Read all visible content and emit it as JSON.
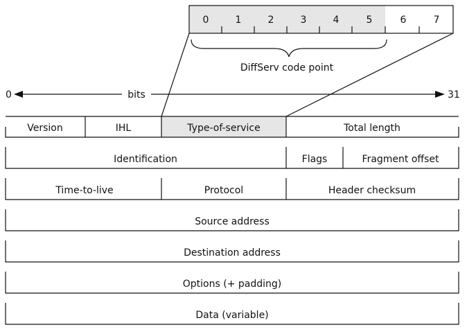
{
  "diffserv": {
    "bits": [
      "0",
      "1",
      "2",
      "3",
      "4",
      "5",
      "6",
      "7"
    ],
    "label": "DiffServ code point",
    "highlight_color": "#e6e6e6"
  },
  "bits_axis": {
    "start": "0",
    "label": "bits",
    "end": "31"
  },
  "rows": [
    [
      {
        "label": "Version"
      },
      {
        "label": "IHL"
      },
      {
        "label": "Type-of-service",
        "highlight": true
      },
      {
        "label": "Total length"
      }
    ],
    [
      {
        "label": "Identification"
      },
      {
        "label": "Flags"
      },
      {
        "label": "Fragment offset"
      }
    ],
    [
      {
        "label": "Time-to-live"
      },
      {
        "label": "Protocol"
      },
      {
        "label": "Header checksum"
      }
    ],
    [
      {
        "label": "Source address"
      }
    ],
    [
      {
        "label": "Destination address"
      }
    ],
    [
      {
        "label": "Options (+ padding)"
      }
    ],
    [
      {
        "label": "Data (variable)"
      }
    ]
  ]
}
